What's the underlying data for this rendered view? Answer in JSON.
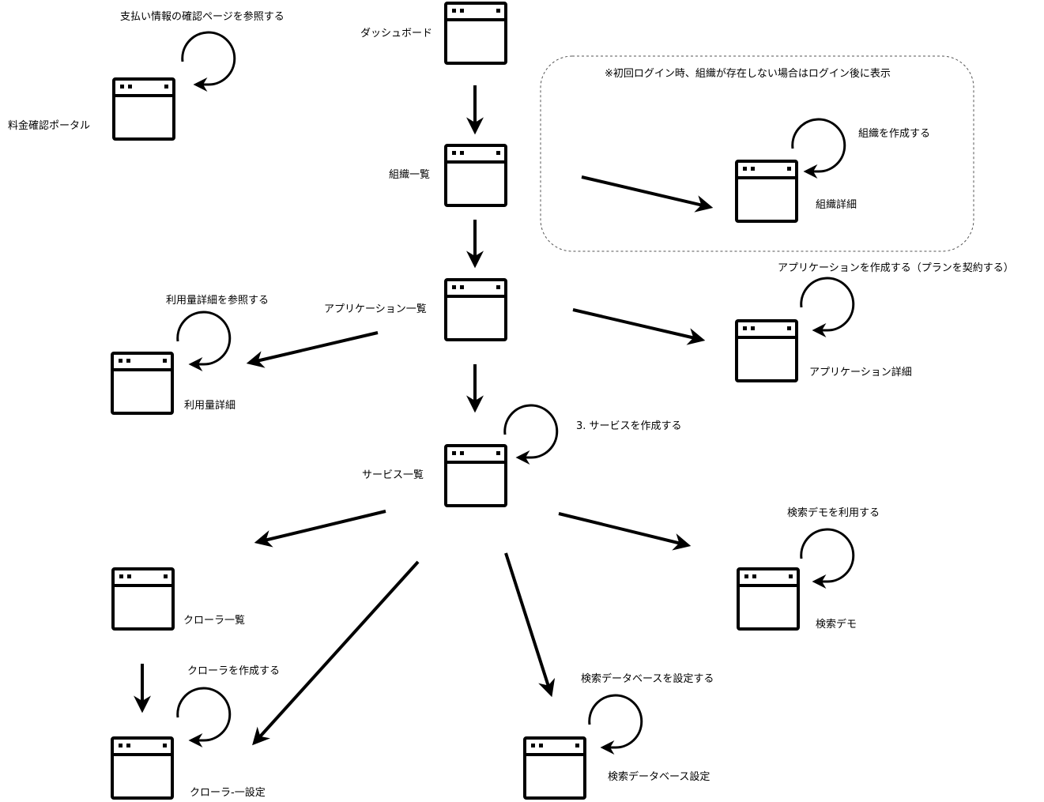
{
  "colors": {
    "stroke": "#000000",
    "background": "#ffffff",
    "group_border": "#555555"
  },
  "group_note": "※初回ログイン時、組織が存在しない場合はログイン後に表示",
  "screens": {
    "billing_portal": {
      "label": "料金確認ポータル",
      "action": "支払い情報の確認ページを参照する",
      "icon": "browser-window-icon"
    },
    "dashboard": {
      "label": "ダッシュボード",
      "icon": "browser-window-icon"
    },
    "org_list": {
      "label": "組織一覧",
      "icon": "browser-window-icon"
    },
    "org_detail": {
      "label": "組織詳細",
      "action": "組織を作成する",
      "icon": "browser-window-icon"
    },
    "app_list": {
      "label": "アプリケーション一覧",
      "icon": "browser-window-icon"
    },
    "app_detail": {
      "label": "アプリケーション詳細",
      "action": "アプリケーションを作成する（プランを契約する）",
      "icon": "browser-window-icon"
    },
    "usage_detail": {
      "label": "利用量詳細",
      "action": "利用量詳細を参照する",
      "icon": "browser-window-icon"
    },
    "service_list": {
      "label": "サービス一覧",
      "action": "3. サービスを作成する",
      "icon": "browser-window-icon"
    },
    "search_demo": {
      "label": "検索デモ",
      "action": "検索デモを利用する",
      "icon": "browser-window-icon"
    },
    "crawler_list": {
      "label": "クローラ一覧",
      "icon": "browser-window-icon"
    },
    "crawler_settings": {
      "label": "クローラ-一設定",
      "action": "クローラを作成する",
      "icon": "browser-window-icon"
    },
    "search_db_settings": {
      "label": "検索データベース設定",
      "action": "検索データベースを設定する",
      "icon": "browser-window-icon"
    }
  },
  "edges": [
    {
      "from": "dashboard",
      "to": "org_list"
    },
    {
      "from": "org_list",
      "to": "org_detail"
    },
    {
      "from": "org_list",
      "to": "app_list"
    },
    {
      "from": "app_list",
      "to": "usage_detail"
    },
    {
      "from": "app_list",
      "to": "app_detail"
    },
    {
      "from": "app_list",
      "to": "service_list"
    },
    {
      "from": "service_list",
      "to": "crawler_list"
    },
    {
      "from": "service_list",
      "to": "crawler_settings"
    },
    {
      "from": "service_list",
      "to": "search_db_settings"
    },
    {
      "from": "service_list",
      "to": "search_demo"
    },
    {
      "from": "crawler_list",
      "to": "crawler_settings"
    }
  ]
}
